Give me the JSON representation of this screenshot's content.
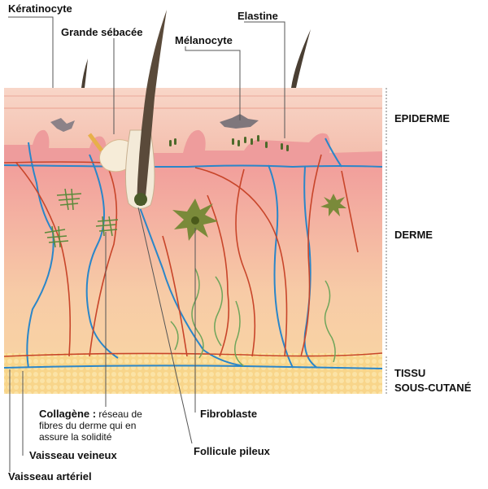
{
  "labels": {
    "keratinocyte": "Kératinocyte",
    "grande_sebacee": "Grande sébacée",
    "melanocyte": "Mélanocyte",
    "elastine": "Elastine",
    "fibroblaste": "Fibroblaste",
    "follicule_pileux": "Follicule pileux",
    "vaisseau_veineux": "Vaisseau veineux",
    "vaisseau_arteriel": "Vaisseau artériel",
    "collagene_title": "Collagène :",
    "collagene_desc_1": "réseau de",
    "collagene_desc_2": "fibres du derme qui en",
    "collagene_desc_3": "assure la solidité"
  },
  "layers": {
    "epiderme": "EPIDERME",
    "derme": "DERME",
    "tissu_1": "TISSU",
    "tissu_2": "SOUS-CUTANÉ"
  },
  "colors": {
    "epidermis_top": "#f6c9b8",
    "epidermis_basal": "#ef9a9a",
    "dermis_upper": "#f3a8a2",
    "dermis_mid": "#f7c6a8",
    "dermis_lower": "#f9d6a6",
    "hypodermis": "#f8d58a",
    "vein": "#2a86c9",
    "artery": "#c8452a",
    "elastin": "#6fa55a",
    "fibroblast": "#7a8a3a",
    "leader_line": "#555555"
  }
}
